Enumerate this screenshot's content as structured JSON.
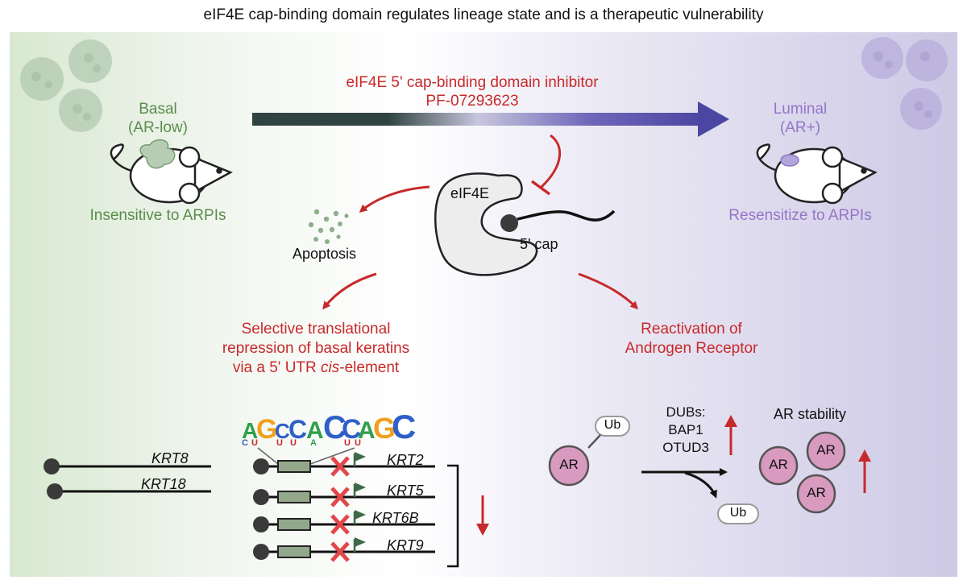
{
  "title": "eIF4E cap-binding domain regulates lineage state and is a therapeutic vulnerability",
  "left_state": {
    "name": "Basal",
    "ar": "(AR-low)",
    "sensitivity": "Insensitive to ARPIs"
  },
  "right_state": {
    "name": "Luminal",
    "ar": "(AR+)",
    "sensitivity": "Resensitize to ARPIs"
  },
  "inhibitor": {
    "line1": "eIF4E 5' cap-binding domain inhibitor",
    "line2": "PF-07293623"
  },
  "eif4e": {
    "label": "eIF4E",
    "cap_label": "5' cap"
  },
  "apoptosis_label": "Apoptosis",
  "repression": {
    "line1": "Selective translational",
    "line2": "repression of basal keratins",
    "line3_prefix": "via a 5' UTR ",
    "line3_italic": "cis",
    "line3_suffix": "-element"
  },
  "reactivation": {
    "line1": "Reactivation of",
    "line2": "Androgen Receptor"
  },
  "motif": {
    "top": [
      "A",
      "G",
      "C",
      "C",
      "A",
      "C",
      "C",
      "A",
      "G",
      "C"
    ],
    "bottom": [
      "C",
      "U",
      "U",
      "U",
      "A",
      "U",
      "U"
    ]
  },
  "unaffected_genes": [
    "KRT8",
    "KRT18"
  ],
  "repressed_genes": [
    "KRT2",
    "KRT5",
    "KRT6B",
    "KRT9"
  ],
  "ar_panel": {
    "ub": "Ub",
    "ar": "AR",
    "dubs_line1": "DUBs:",
    "dubs_line2": "BAP1",
    "dubs_line3": "OTUD3",
    "stability": "AR stability"
  },
  "colors": {
    "green_text": "#5a8d4c",
    "red_text": "#c72a2a",
    "purple_text": "#9575c8",
    "arrow_dark": "#2f4440",
    "arrow_blue": "#4b46a2",
    "ar_fill": "#d99ac0",
    "utr_box": "#93a88a",
    "flag": "#3d6b4a"
  }
}
